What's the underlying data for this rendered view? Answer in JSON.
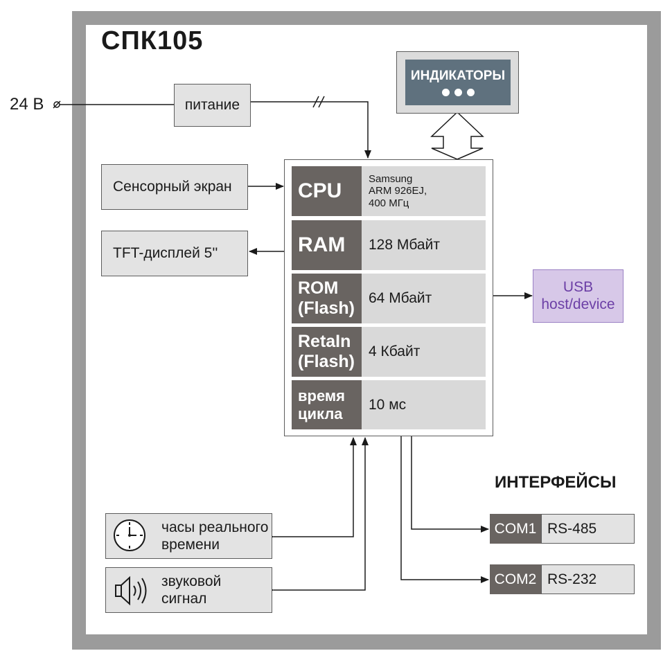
{
  "title": "СПК105",
  "power_input": {
    "label": "24 В"
  },
  "power_block": {
    "label": "питание"
  },
  "touch_screen": {
    "label": "Сенсорный экран"
  },
  "tft_display": {
    "label": "TFT-дисплей 5''"
  },
  "indicators": {
    "label": "ИНДИКАТОРЫ"
  },
  "core": {
    "rows": [
      {
        "key": "CPU",
        "value_lines": [
          "Samsung",
          "ARM 926EJ,",
          "400 МГц"
        ]
      },
      {
        "key": "RAM",
        "value": "128 Мбайт"
      },
      {
        "key_lines": [
          "ROM",
          "(Flash)"
        ],
        "value": "64 Мбайт"
      },
      {
        "key_lines": [
          "RetaIn",
          "(Flash)"
        ],
        "value": "4 Кбайт"
      },
      {
        "key_lines": [
          "время",
          "цикла"
        ],
        "value": "10 мс"
      }
    ]
  },
  "usb": {
    "lines": [
      "USB",
      "host/device"
    ],
    "color": "#6c3fa6"
  },
  "interfaces": {
    "title": "ИНТЕРФЕЙСЫ",
    "ports": [
      {
        "name": "COM1",
        "type": "RS-485"
      },
      {
        "name": "COM2",
        "type": "RS-232"
      }
    ]
  },
  "rtc": {
    "lines": [
      "часы реального",
      "времени"
    ],
    "icon": "clock-icon"
  },
  "sound": {
    "lines": [
      "звуковой",
      "сигнал"
    ],
    "icon": "speaker-icon"
  }
}
